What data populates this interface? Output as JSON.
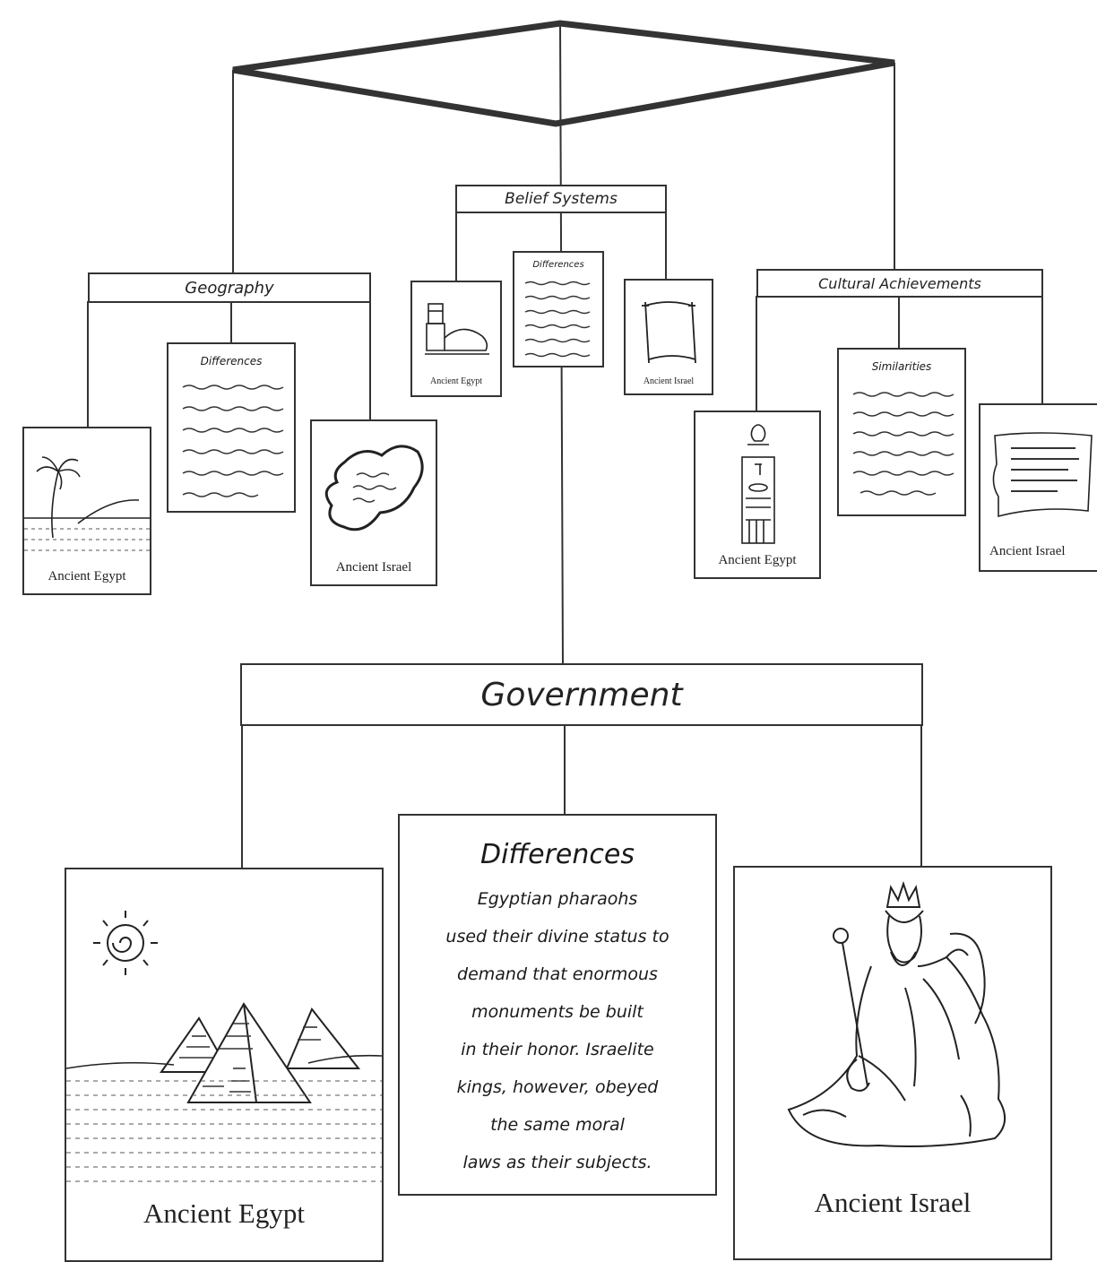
{
  "headers": {
    "belief_systems": "Belief Systems",
    "geography": "Geography",
    "cultural_achievements": "Cultural Achievements",
    "government": "Government"
  },
  "small_cards": {
    "geo_egypt_caption": "Ancient Egypt",
    "geo_differences_title": "Differences",
    "geo_israel_caption": "Ancient Israel",
    "belief_egypt_caption": "Ancient Egypt",
    "belief_differences_title": "Differences",
    "belief_israel_caption": "Ancient Israel",
    "culture_egypt_caption": "Ancient Egypt",
    "culture_similarities_title": "Similarities",
    "culture_israel_caption": "Ancient Israel"
  },
  "government_cards": {
    "egypt_caption": "Ancient Egypt",
    "differences_title": "Differences",
    "differences_lines": [
      "Egyptian pharaohs",
      "used their divine status to",
      "demand that enormous",
      "monuments be built",
      "in their honor. Israelite",
      "kings, however, obeyed",
      "the same moral",
      "laws as their subjects."
    ],
    "israel_caption": "Ancient Israel"
  }
}
